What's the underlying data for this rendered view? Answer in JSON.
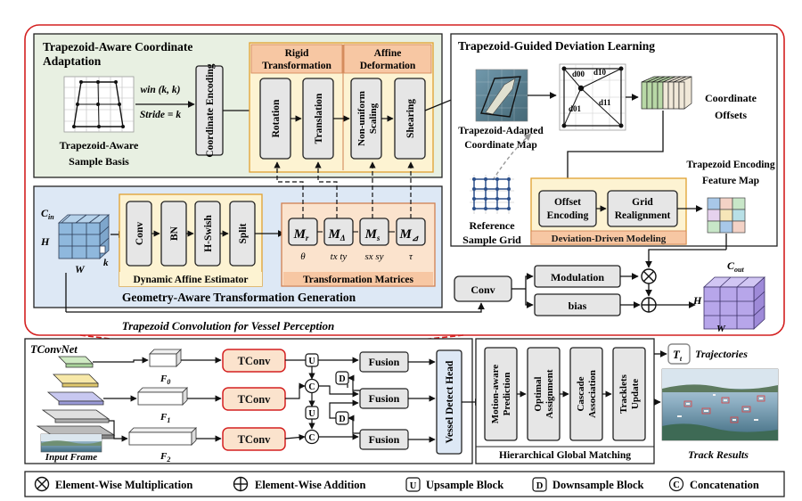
{
  "sections": {
    "coord_adapt_title": "Trapezoid-Aware Coordinate",
    "coord_adapt_title2": "Adaptation",
    "deviation_title": "Trapezoid-Guided Deviation Learning",
    "geometry_title": "Geometry-Aware Transformation Generation",
    "tconv_caption": "Trapezoid Convolution for Vessel Perception",
    "tconvnet_title": "TConvNet",
    "hgm_title": "Hierarchical Global Matching"
  },
  "sample_basis": {
    "line1": "Trapezoid-Aware",
    "line2": "Sample Basis"
  },
  "win_label": "win (k, k)",
  "stride_label": "Stride = k",
  "coordinate_encoding": "Coordinate Encoding",
  "rigid": {
    "header": "Rigid",
    "header2": "Transformation",
    "rotation": "Rotation",
    "translation": "Translation"
  },
  "affine": {
    "header": "Affine",
    "header2": "Deformation",
    "scaling1": "Non-uniform",
    "scaling2": "Scaling",
    "shearing": "Shearing"
  },
  "adapted_map": {
    "line1": "Trapezoid-Adapted",
    "line2": "Coordinate Map"
  },
  "grid_labels": {
    "d00": "d00",
    "d10": "d10",
    "d01": "d01",
    "d11": "d11"
  },
  "coordinate_offsets": {
    "line1": "Coordinate",
    "line2": "Offsets"
  },
  "reference_grid": {
    "line1": "Reference",
    "line2": "Sample Grid"
  },
  "deviation_modeling": {
    "offset1": "Offset",
    "offset2": "Encoding",
    "grid1": "Grid",
    "grid2": "Realignment",
    "label": "Deviation-Driven Modeling"
  },
  "encoding_feature_map": {
    "line1": "Trapezoid Encoding",
    "line2": "Feature Map"
  },
  "input_tensor": {
    "cin": "C",
    "cin_sub": "in",
    "h": "H",
    "w": "W",
    "k": "k"
  },
  "estimator": {
    "conv": "Conv",
    "bn": "BN",
    "hswish": "H-Swish",
    "split": "Split",
    "label": "Dynamic Affine Estimator"
  },
  "matrices": {
    "items": [
      {
        "sym": "M",
        "sub": "r",
        "param": "θ"
      },
      {
        "sym": "M",
        "sub": "Δ",
        "param": "tx ty"
      },
      {
        "sym": "M",
        "sub": "s",
        "param": "sx sy"
      },
      {
        "sym": "M",
        "sub": "⊿",
        "param": "τ"
      }
    ],
    "label": "Transformation Matrices"
  },
  "conv_block": "Conv",
  "modulation": "Modulation",
  "bias": "bias",
  "output_tensor": {
    "cout": "C",
    "cout_sub": "out",
    "h": "H",
    "w": "W"
  },
  "tconvnet": {
    "input_frame": "Input Frame",
    "f0": "F",
    "f0_sub": "0",
    "f1": "F",
    "f1_sub": "1",
    "f2": "F",
    "f2_sub": "2",
    "tconv": "TConv",
    "u": "U",
    "c": "C",
    "d": "D",
    "fusion": "Fusion",
    "detect_head": "Vessel Detect Head"
  },
  "hgm": {
    "motion1": "Motion-aware",
    "motion2": "Prediction",
    "optimal1": "Optimal",
    "optimal2": "Assignment",
    "cascade1": "Cascade",
    "cascade2": "Association",
    "tracklets1": "Tracklets",
    "tracklets2": "Update"
  },
  "trajectories": {
    "symbol": "T",
    "sub": "t",
    "label": "Trajectories"
  },
  "track_results": "Track Results",
  "legend": {
    "mult": "Element-Wise Multiplication",
    "add": "Element-Wise Addition",
    "upsample_sym": "U",
    "upsample": "Upsample Block",
    "downsample_sym": "D",
    "downsample": "Downsample Block",
    "concat_sym": "C",
    "concat": "Concatenation"
  },
  "colors": {
    "accent_red": "#d42020",
    "panel_green": "#e8f0e2",
    "panel_blue": "#dde8f5",
    "panel_yellow": "#fdf3d2",
    "panel_orange": "#fbe3cd",
    "header_orange": "#f7c7a3",
    "block_gray": "#e6e6e6",
    "tensor_blue": "#8fb8dd",
    "tensor_purple": "#b7a6ea"
  }
}
